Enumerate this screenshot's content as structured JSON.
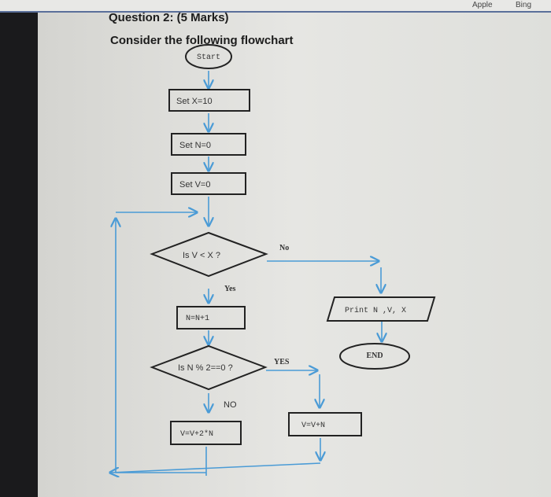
{
  "browser": {
    "bookmarks": [
      "Apple",
      "Bing"
    ]
  },
  "question": {
    "title": "Question 2: (5 Marks)",
    "prompt": "Consider the following flowchart"
  },
  "flowchart": {
    "start": "Start",
    "set_x": "Set X=10",
    "set_n": "Set N=0",
    "set_v": "Set V=0",
    "decision1": "Is V < X ?",
    "decision1_no": "No",
    "decision1_yes": "Yes",
    "increment_n": "N=N+1",
    "print": "Print N ,V, X",
    "end": "END",
    "decision2": "Is N % 2==0 ?",
    "decision2_yes": "YES",
    "decision2_no": "NO",
    "add_n": "V=V+N",
    "add_2n": "V=V+2*N"
  }
}
